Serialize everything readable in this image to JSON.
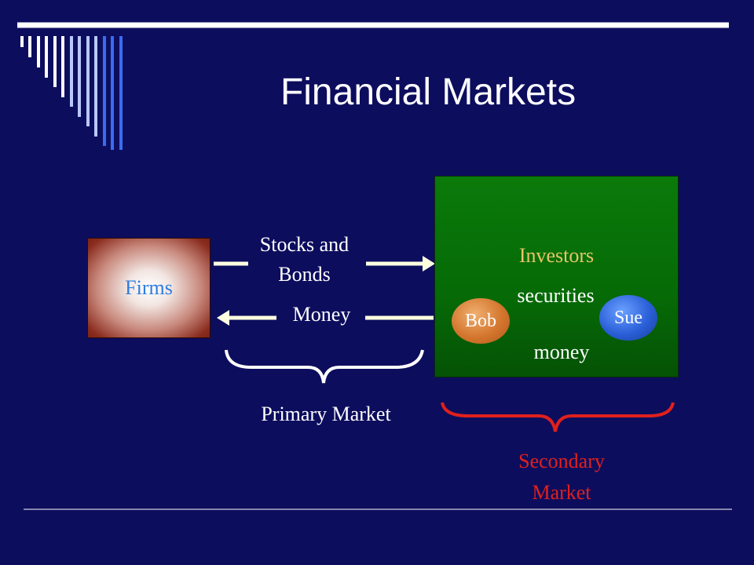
{
  "title": "Financial Markets",
  "nodes": {
    "firms": "Firms",
    "investors": "Investors",
    "bob": "Bob",
    "sue": "Sue"
  },
  "flows": {
    "stocks_and_bonds": [
      "Stocks and",
      "Bonds"
    ],
    "money": "Money",
    "securities": "securities",
    "money_lower": "money"
  },
  "markets": {
    "primary": "Primary Market",
    "secondary": [
      "Secondary",
      "Market"
    ]
  },
  "colors": {
    "background": "#0d0d5e",
    "firms_text": "#2e7de0",
    "investors_text": "#e8c46a",
    "secondary_text": "#e0201c",
    "investors_box": "#066a06"
  }
}
